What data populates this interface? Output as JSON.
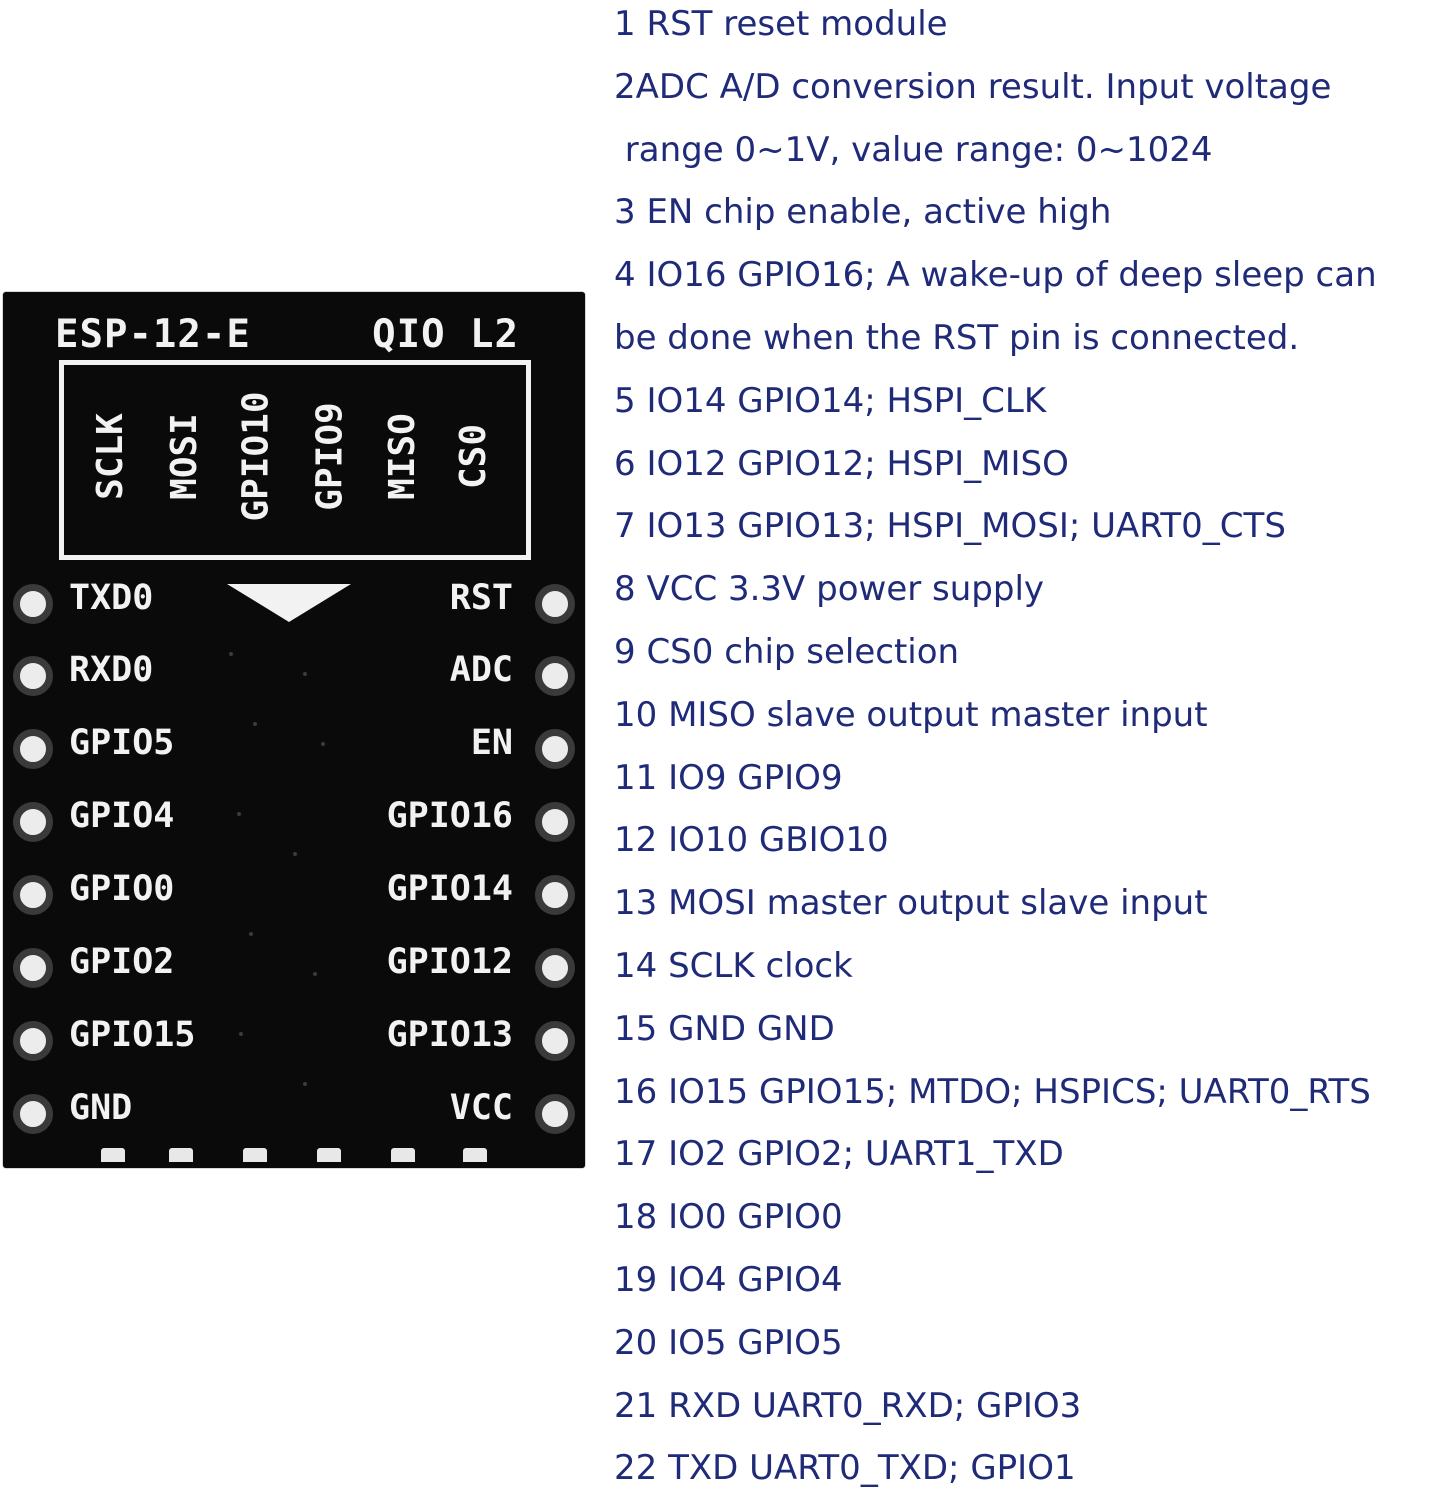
{
  "colors": {
    "board": "#0a0a0a",
    "silkscreen": "#f2f2f2",
    "text": "#1f2a78"
  },
  "board": {
    "model": "ESP-12-E",
    "flash_mode": "QIO L2",
    "flash_labels": [
      "SCLK",
      "MOSI",
      "GPIO10",
      "GPIO9",
      "MISO",
      "CS0"
    ],
    "left_pins": [
      "TXD0",
      "RXD0",
      "GPIO5",
      "GPIO4",
      "GPIO0",
      "GPIO2",
      "GPIO15",
      "GND"
    ],
    "right_pins": [
      "RST",
      "ADC",
      "EN",
      "GPIO16",
      "GPIO14",
      "GPIO12",
      "GPIO13",
      "VCC"
    ]
  },
  "descriptions": [
    "1 RST reset module",
    "2ADC A/D conversion result. Input voltage",
    " range 0~1V, value range: 0~1024",
    "3 EN chip enable, active high",
    "4 IO16 GPIO16; A wake-up of deep sleep can",
    "be done when the RST pin is connected.",
    "5 IO14 GPIO14; HSPI_CLK",
    "6 IO12 GPIO12; HSPI_MISO",
    "7 IO13 GPIO13; HSPI_MOSI; UART0_CTS",
    "8 VCC 3.3V power supply",
    "9 CS0 chip selection",
    "10 MISO slave output master input",
    "11 IO9 GPIO9",
    "12 IO10 GBIO10",
    "13 MOSI master output slave input",
    "14 SCLK clock",
    "15 GND GND",
    "16 IO15 GPIO15; MTDO; HSPICS; UART0_RTS",
    "17 IO2 GPIO2; UART1_TXD",
    "18 IO0 GPIO0",
    "19 IO4 GPIO4",
    "20 IO5 GPIO5",
    "21 RXD UART0_RXD; GPIO3",
    "22 TXD UART0_TXD; GPIO1"
  ]
}
